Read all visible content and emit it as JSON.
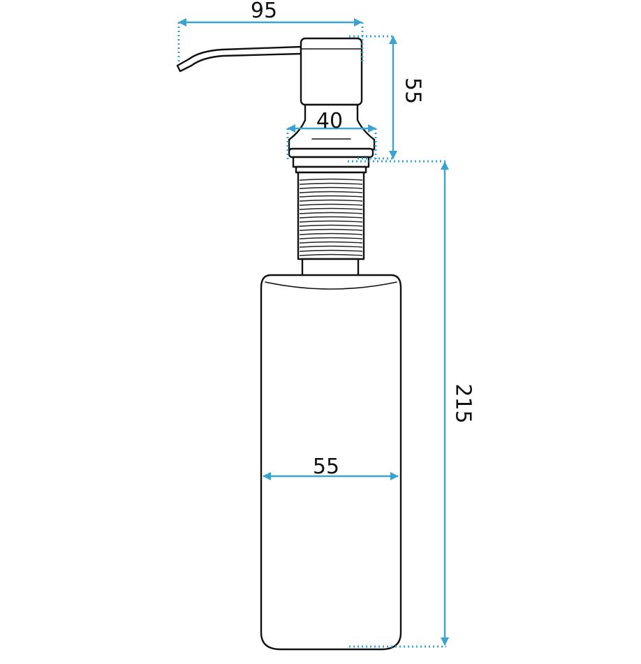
{
  "colors": {
    "dimension": "#3aa3cf",
    "outline": "#111111",
    "background": "#ffffff"
  },
  "dimensions": {
    "spout_width": "95",
    "pump_height": "55",
    "flange_diameter": "40",
    "bottle_diameter": "55",
    "total_height": "215"
  }
}
